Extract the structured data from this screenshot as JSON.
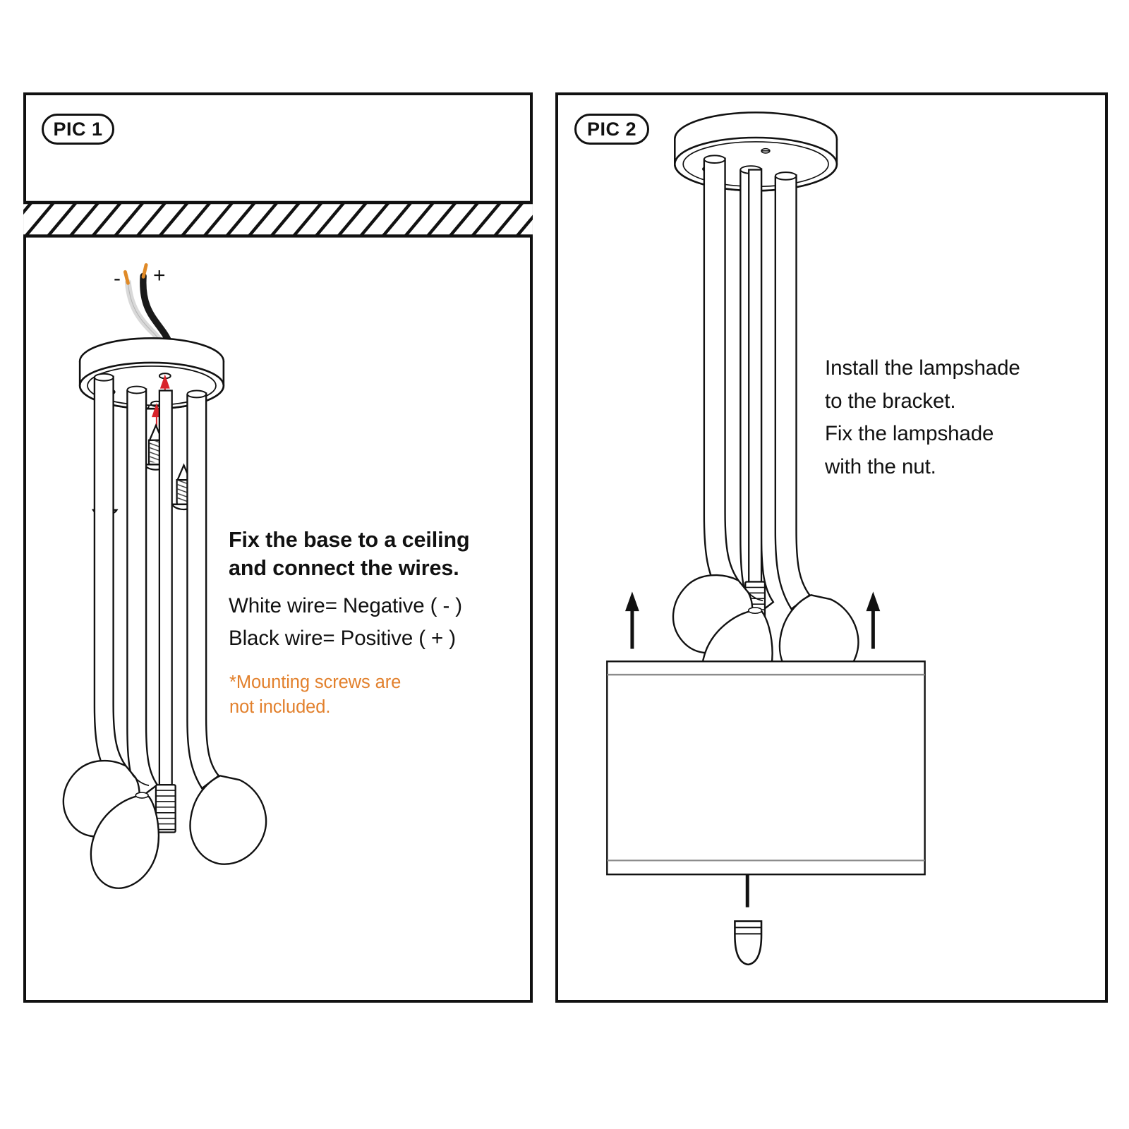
{
  "document": {
    "title": "Pendant lamp installation instructions",
    "background": "#ffffff",
    "ink": "#111111",
    "accent_orange": "#E2802C",
    "accent_red": "#D8222A",
    "wire_white": "#D9D9D9",
    "wire_black": "#1A1A1A",
    "wire_copper": "#E08A27"
  },
  "panels": [
    {
      "id": "pic1",
      "label": "PIC 1",
      "heading": "Fix the base to a ceiling\nand connect the wires.",
      "lines": [
        "White wire= Negative ( - )",
        "Black wire= Positive ( + )"
      ],
      "note": "*Mounting screws are\n not included.",
      "wire_markers": {
        "negative": "-",
        "positive": "+"
      },
      "parts": [
        "ceiling-hatch-band",
        "white-wire",
        "black-wire",
        "ceiling-canopy",
        "mounting-screws",
        "lamp-arms",
        "threaded-rod"
      ]
    },
    {
      "id": "pic2",
      "label": "PIC 2",
      "heading": "Install the lampshade\nto the bracket.\nFix the lampshade\nwith the nut.",
      "parts": [
        "ceiling-canopy",
        "lamp-arms",
        "threaded-rod",
        "lampshade",
        "finial-nut",
        "assembly-arrows"
      ]
    }
  ]
}
